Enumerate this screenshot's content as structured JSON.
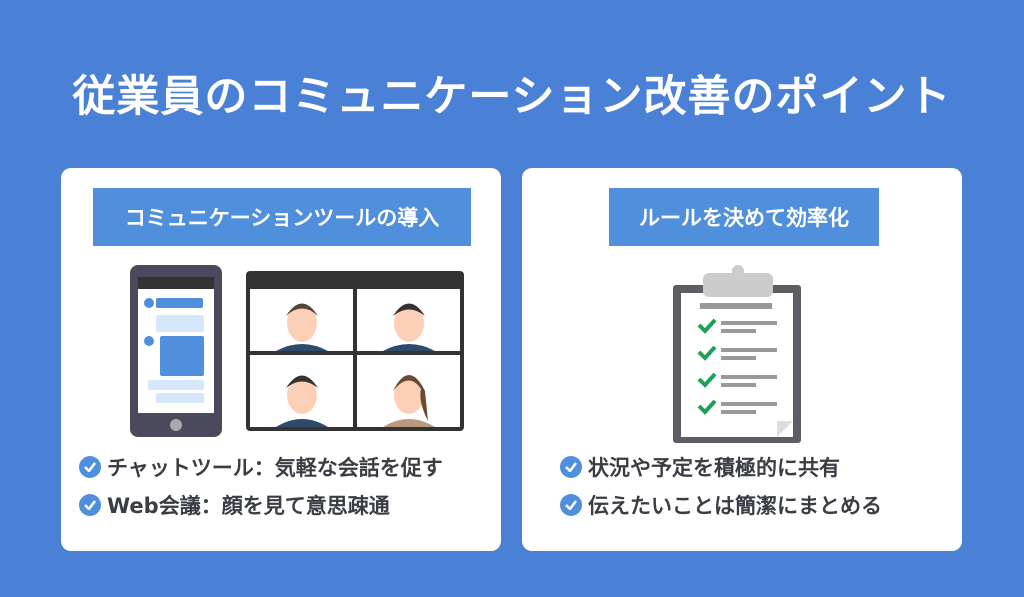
{
  "title": "従業員のコミュニケーション改善のポイント",
  "left": {
    "heading": "コミュニケーションツールの導入",
    "points": [
      "チャットツール：気軽な会話を促す",
      "Web会議：顔を見て意思疎通"
    ]
  },
  "right": {
    "heading": "ルールを決めて効率化",
    "points": [
      "状況や予定を積極的に共有",
      "伝えたいことは簡潔にまとめる"
    ]
  }
}
